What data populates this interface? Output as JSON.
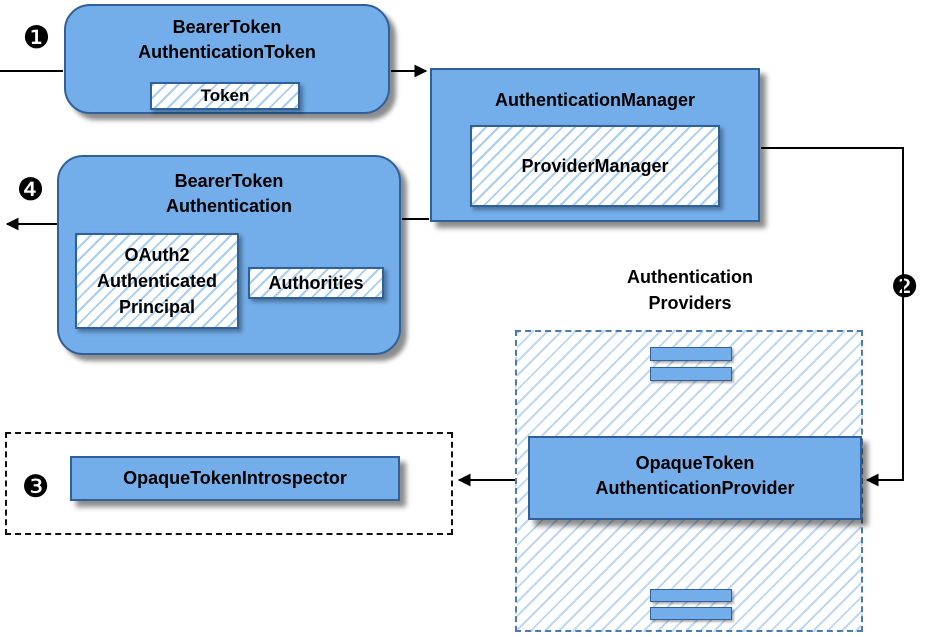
{
  "colors": {
    "box_fill": "#73aeea",
    "box_border": "#2f6099",
    "hatch_stripe": "#a9cdf1",
    "region_border": "#4a7ab0",
    "line": "#000000"
  },
  "badges": {
    "step1": "❶",
    "step2": "❷",
    "step3": "❸",
    "step4": "❹"
  },
  "nodes": {
    "bearerTokenAuthenticationToken": {
      "titleLine1": "BearerToken",
      "titleLine2": "AuthenticationToken",
      "inner": "Token"
    },
    "authenticationManager": {
      "title": "AuthenticationManager",
      "inner": "ProviderManager"
    },
    "bearerTokenAuthentication": {
      "titleLine1": "BearerToken",
      "titleLine2": "Authentication",
      "principalLine1": "OAuth2",
      "principalLine2": "Authenticated",
      "principalLine3": "Principal",
      "authorities": "Authorities"
    },
    "opaqueTokenAuthenticationProvider": {
      "titleLine1": "OpaqueToken",
      "titleLine2": "AuthenticationProvider"
    },
    "opaqueTokenIntrospector": {
      "title": "OpaqueTokenIntrospector"
    }
  },
  "labels": {
    "authenticationProvidersLine1": "Authentication",
    "authenticationProvidersLine2": "Providers"
  }
}
